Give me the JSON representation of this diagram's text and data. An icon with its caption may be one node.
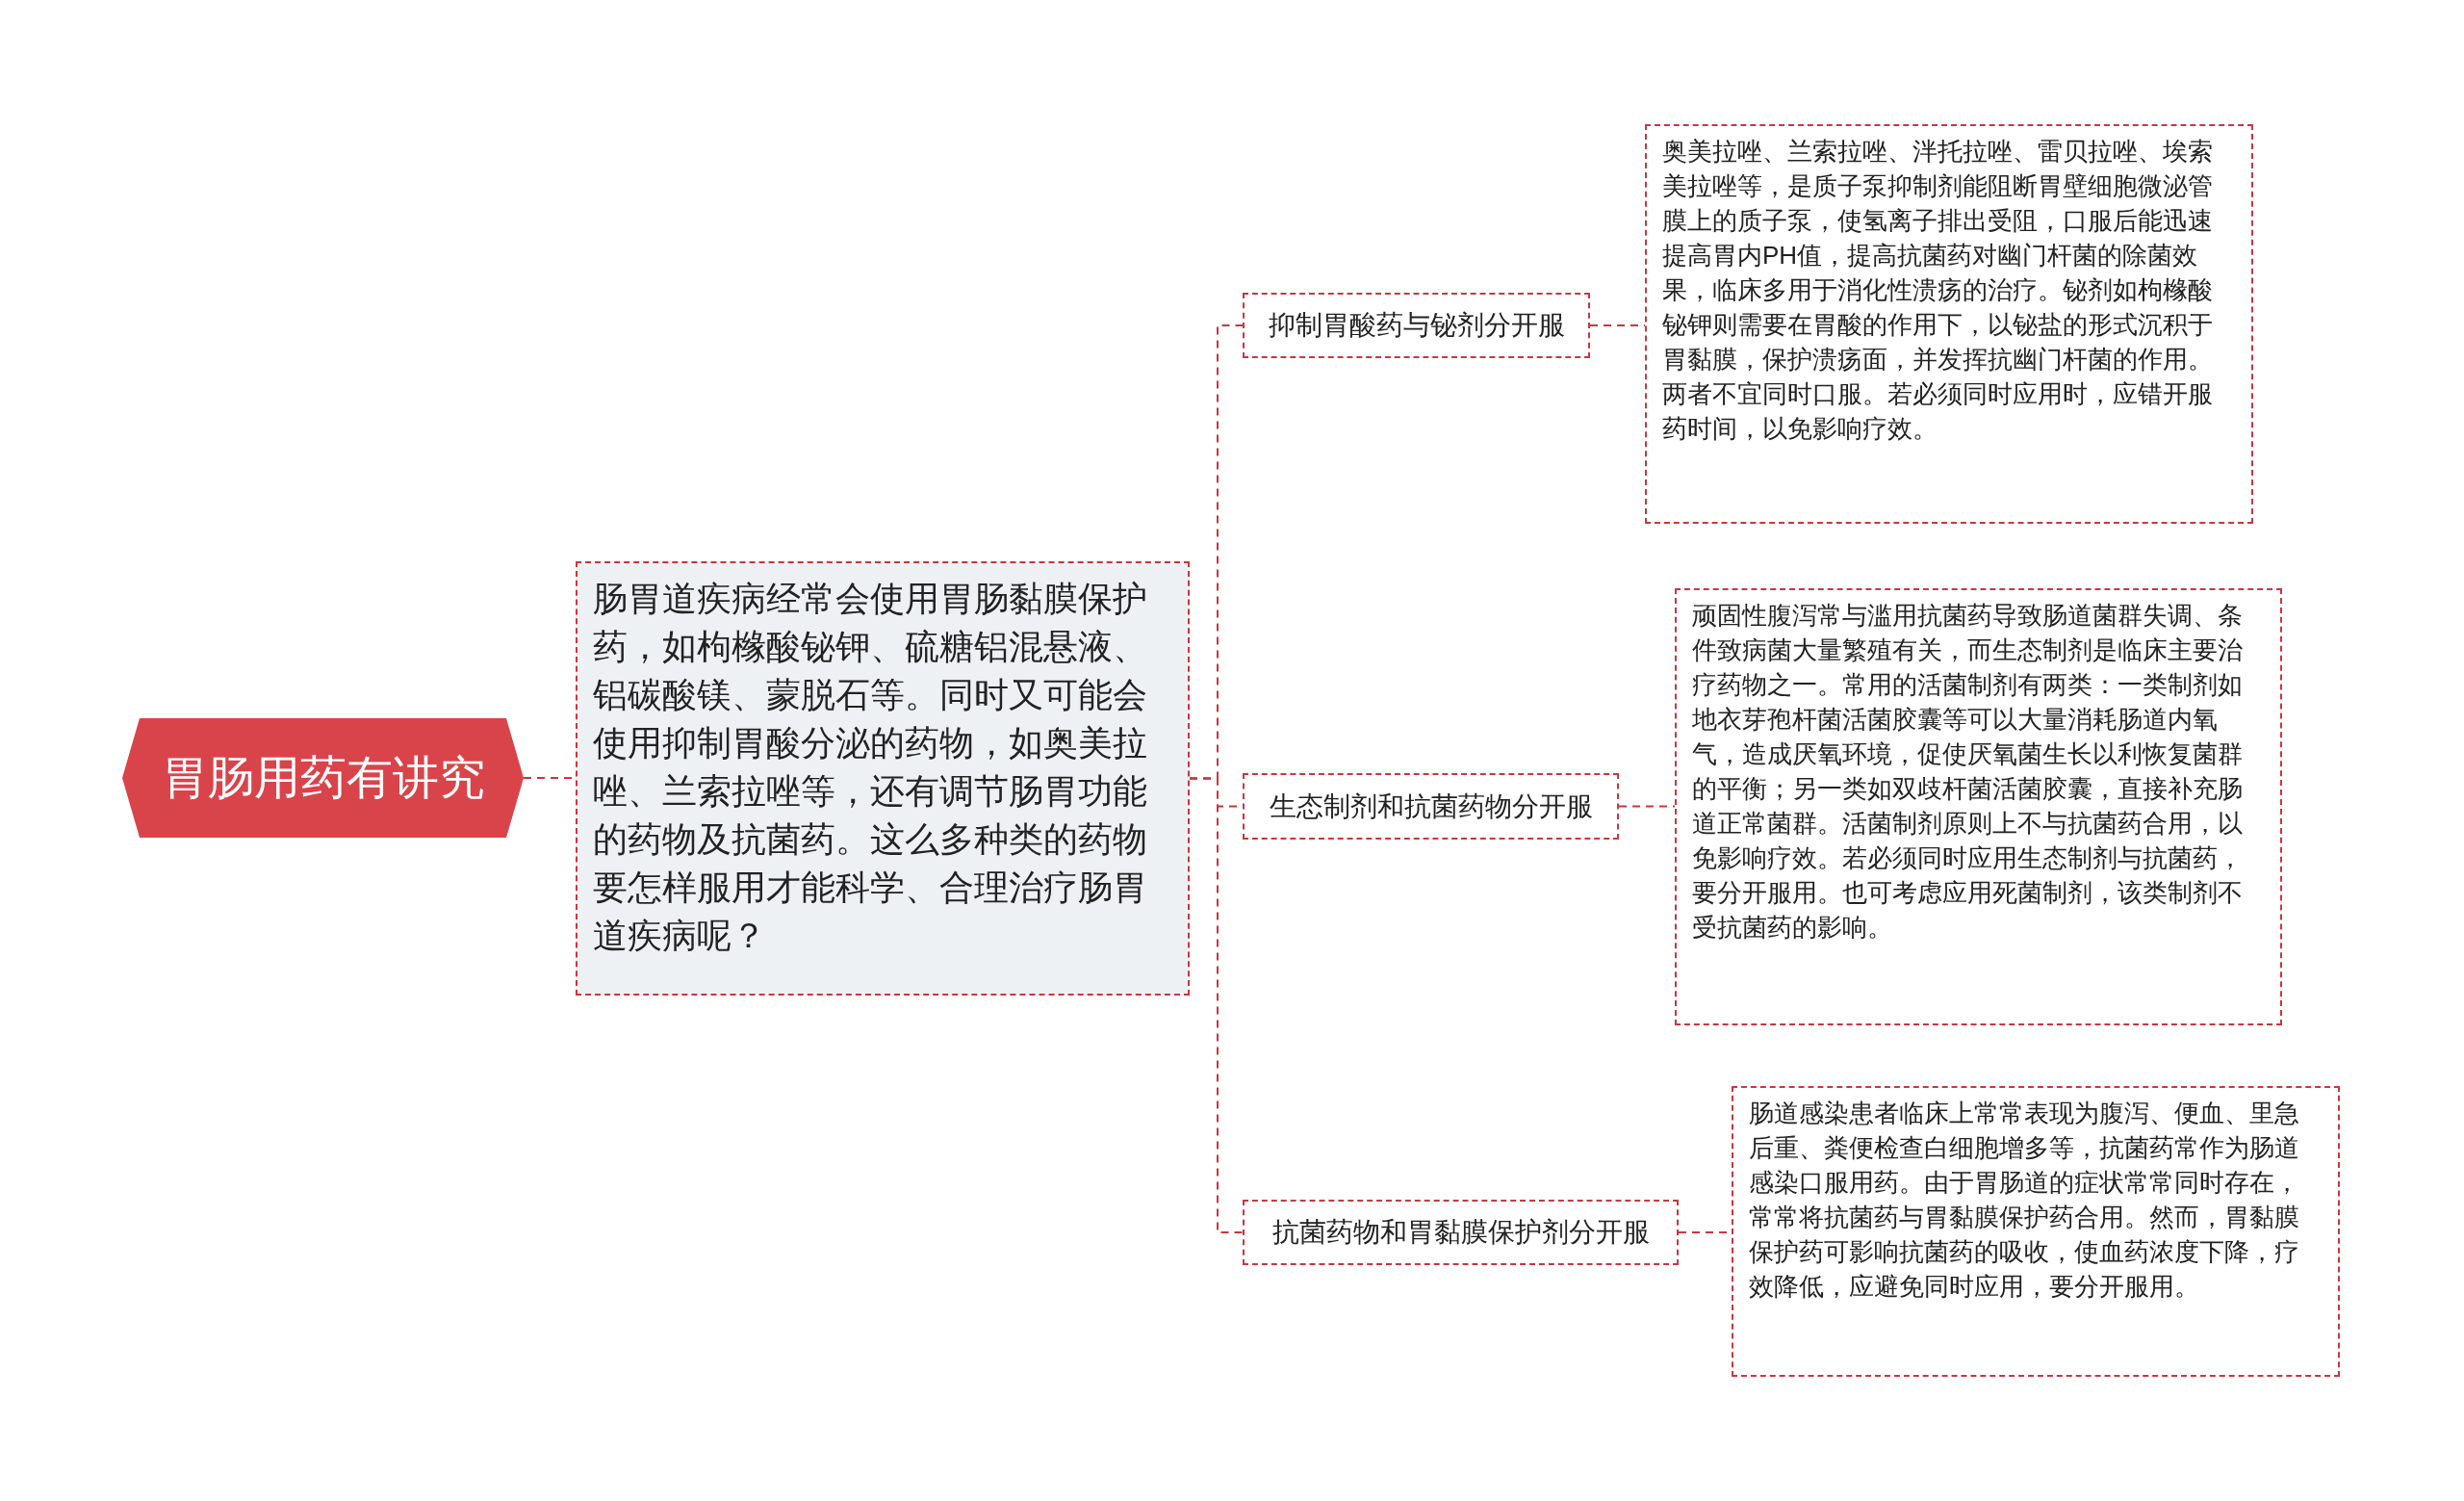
{
  "diagram": {
    "nodes": [
      {
        "text": [
          "胃肠用药有讲究"
        ]
      },
      {
        "text": [
          "肠胃道疾病经常会使用胃肠黏膜保护药，如枸橼酸铋钾、硫糖铝混悬液、铝碳酸镁、蒙脱石等。同时又可能会使用抑制胃酸分泌的药物，如奥美拉唑、兰索拉唑等，还有调节肠胃功能的药物及抗菌药。这么多种类的药物要怎样服用才能科学、合理治疗肠胃道疾病呢？"
        ]
      },
      {
        "text": [
          "抑制胃酸药与铋剂分开服"
        ]
      },
      {
        "text": [
          "奥美拉唑、兰索拉唑、泮托拉唑、雷贝拉唑、埃索美拉唑等，是质子泵抑制剂能阻断胃壁细胞微泌管膜上的质子泵，使氢离子排出受阻，口服后能迅速提高胃内PH值，提高抗菌药对幽门杆菌的除菌效果，临床多用于消化性溃疡的治疗。铋剂如枸橼酸铋钾则需要在胃酸的作用下，以铋盐的形式沉积于胃黏膜，保护溃疡面，并发挥抗幽门杆菌的作用。两者不宜同时口服。若必须同时应用时，应错开服药时间，以免影响疗效。"
        ]
      },
      {
        "text": [
          "生态制剂和抗菌药物分开服"
        ]
      },
      {
        "text": [
          "顽固性腹泻常与滥用抗菌药导致肠道菌群失调、条件致病菌大量繁殖有关，而生态制剂是临床主要治疗药物之一。常用的活菌制剂有两类：一类制剂如地衣芽孢杆菌活菌胶囊等可以大量消耗肠道内氧气，造成厌氧环境，促使厌氧菌生长以利恢复菌群的平衡；另一类如双歧杆菌活菌胶囊，直接补充肠道正常菌群。活菌制剂原则上不与抗菌药合用，以免影响疗效。若必须同时应用生态制剂与抗菌药，要分开服用。也可考虑应用死菌制剂，该类制剂不受抗菌药的影响。"
        ]
      },
      {
        "text": [
          "抗菌药物和胃黏膜保护剂分开服"
        ]
      },
      {
        "text": [
          "肠道感染患者临床上常常表现为腹泻、便血、里急后重、粪便检查白细胞增多等，抗菌药常作为肠道感染口服用药。由于胃肠道的症状常常同时存在，常常将抗菌药与胃黏膜保护药合用。然而，胃黏膜保护药可影响抗菌药的吸收，使血药浓度下降，疗效降低，应避免同时应用，要分开服用。"
        ]
      }
    ],
    "edges": [
      {
        "from": 0,
        "to": 1,
        "arrow": "none",
        "style": "dashed"
      },
      {
        "from": 1,
        "to": 2,
        "arrow": "none",
        "style": "dashed"
      },
      {
        "from": 1,
        "to": 4,
        "arrow": "none",
        "style": "dashed"
      },
      {
        "from": 1,
        "to": 6,
        "arrow": "none",
        "style": "dashed"
      },
      {
        "from": 2,
        "to": 3,
        "arrow": "none",
        "style": "dashed"
      },
      {
        "from": 4,
        "to": 5,
        "arrow": "none",
        "style": "dashed"
      },
      {
        "from": 6,
        "to": 7,
        "arrow": "none",
        "style": "dashed"
      }
    ]
  }
}
